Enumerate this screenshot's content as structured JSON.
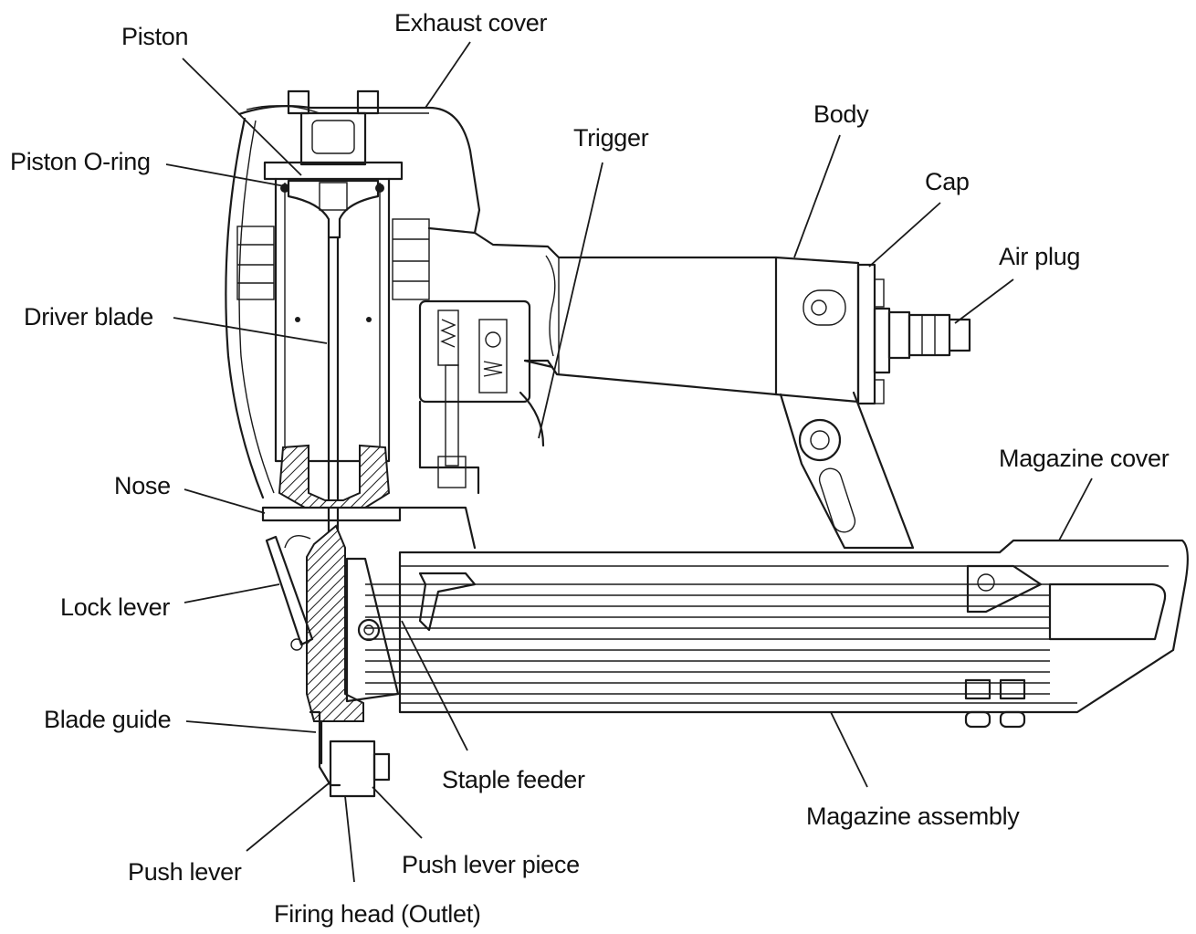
{
  "labels": {
    "piston": "Piston",
    "exhaust_cover": "Exhaust cover",
    "piston_o_ring": "Piston O-ring",
    "trigger": "Trigger",
    "body": "Body",
    "cap": "Cap",
    "air_plug": "Air plug",
    "driver_blade": "Driver blade",
    "nose": "Nose",
    "magazine_cover": "Magazine cover",
    "lock_lever": "Lock lever",
    "blade_guide": "Blade guide",
    "staple_feeder": "Staple feeder",
    "magazine_assembly": "Magazine assembly",
    "push_lever": "Push lever",
    "push_lever_piece": "Push lever piece",
    "firing_head": "Firing head (Outlet)"
  },
  "colors": {
    "ink": "#1a1a1a",
    "background": "#ffffff"
  }
}
